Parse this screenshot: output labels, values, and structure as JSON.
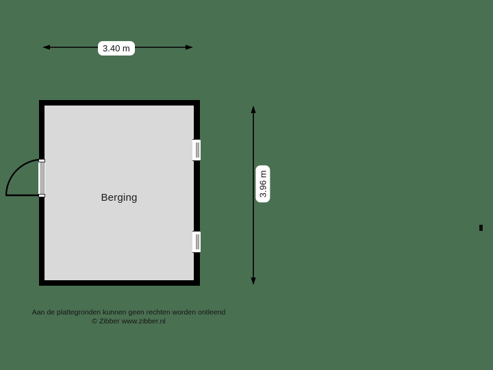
{
  "plan": {
    "background_color": "#4a7052",
    "wall_color": "#000000",
    "floor_color": "#d9d9d9",
    "room": {
      "name": "Berging",
      "label": "Berging"
    },
    "dimensions": {
      "width_label": "3.40 m",
      "height_label": "3.96 m",
      "width_meters": 3.4,
      "height_meters": 3.96,
      "unit": "m"
    },
    "openings": [
      {
        "type": "door",
        "wall": "left",
        "swing": "outward-counterclockwise"
      },
      {
        "type": "window",
        "wall": "right",
        "position": "upper"
      },
      {
        "type": "window",
        "wall": "right",
        "position": "lower"
      }
    ]
  },
  "footer": {
    "disclaimer": "Aan de plattegronden kunnen geen rechten worden ontleend",
    "copyright": "© Zibber www.zibber.nl"
  },
  "icons": {
    "arrow_left": "arrow-left-icon",
    "arrow_right": "arrow-right-icon",
    "arrow_up": "arrow-up-icon",
    "arrow_down": "arrow-down-icon",
    "door_swing": "door-swing-icon",
    "window": "window-icon",
    "edge_marker": "edge-marker-icon"
  }
}
